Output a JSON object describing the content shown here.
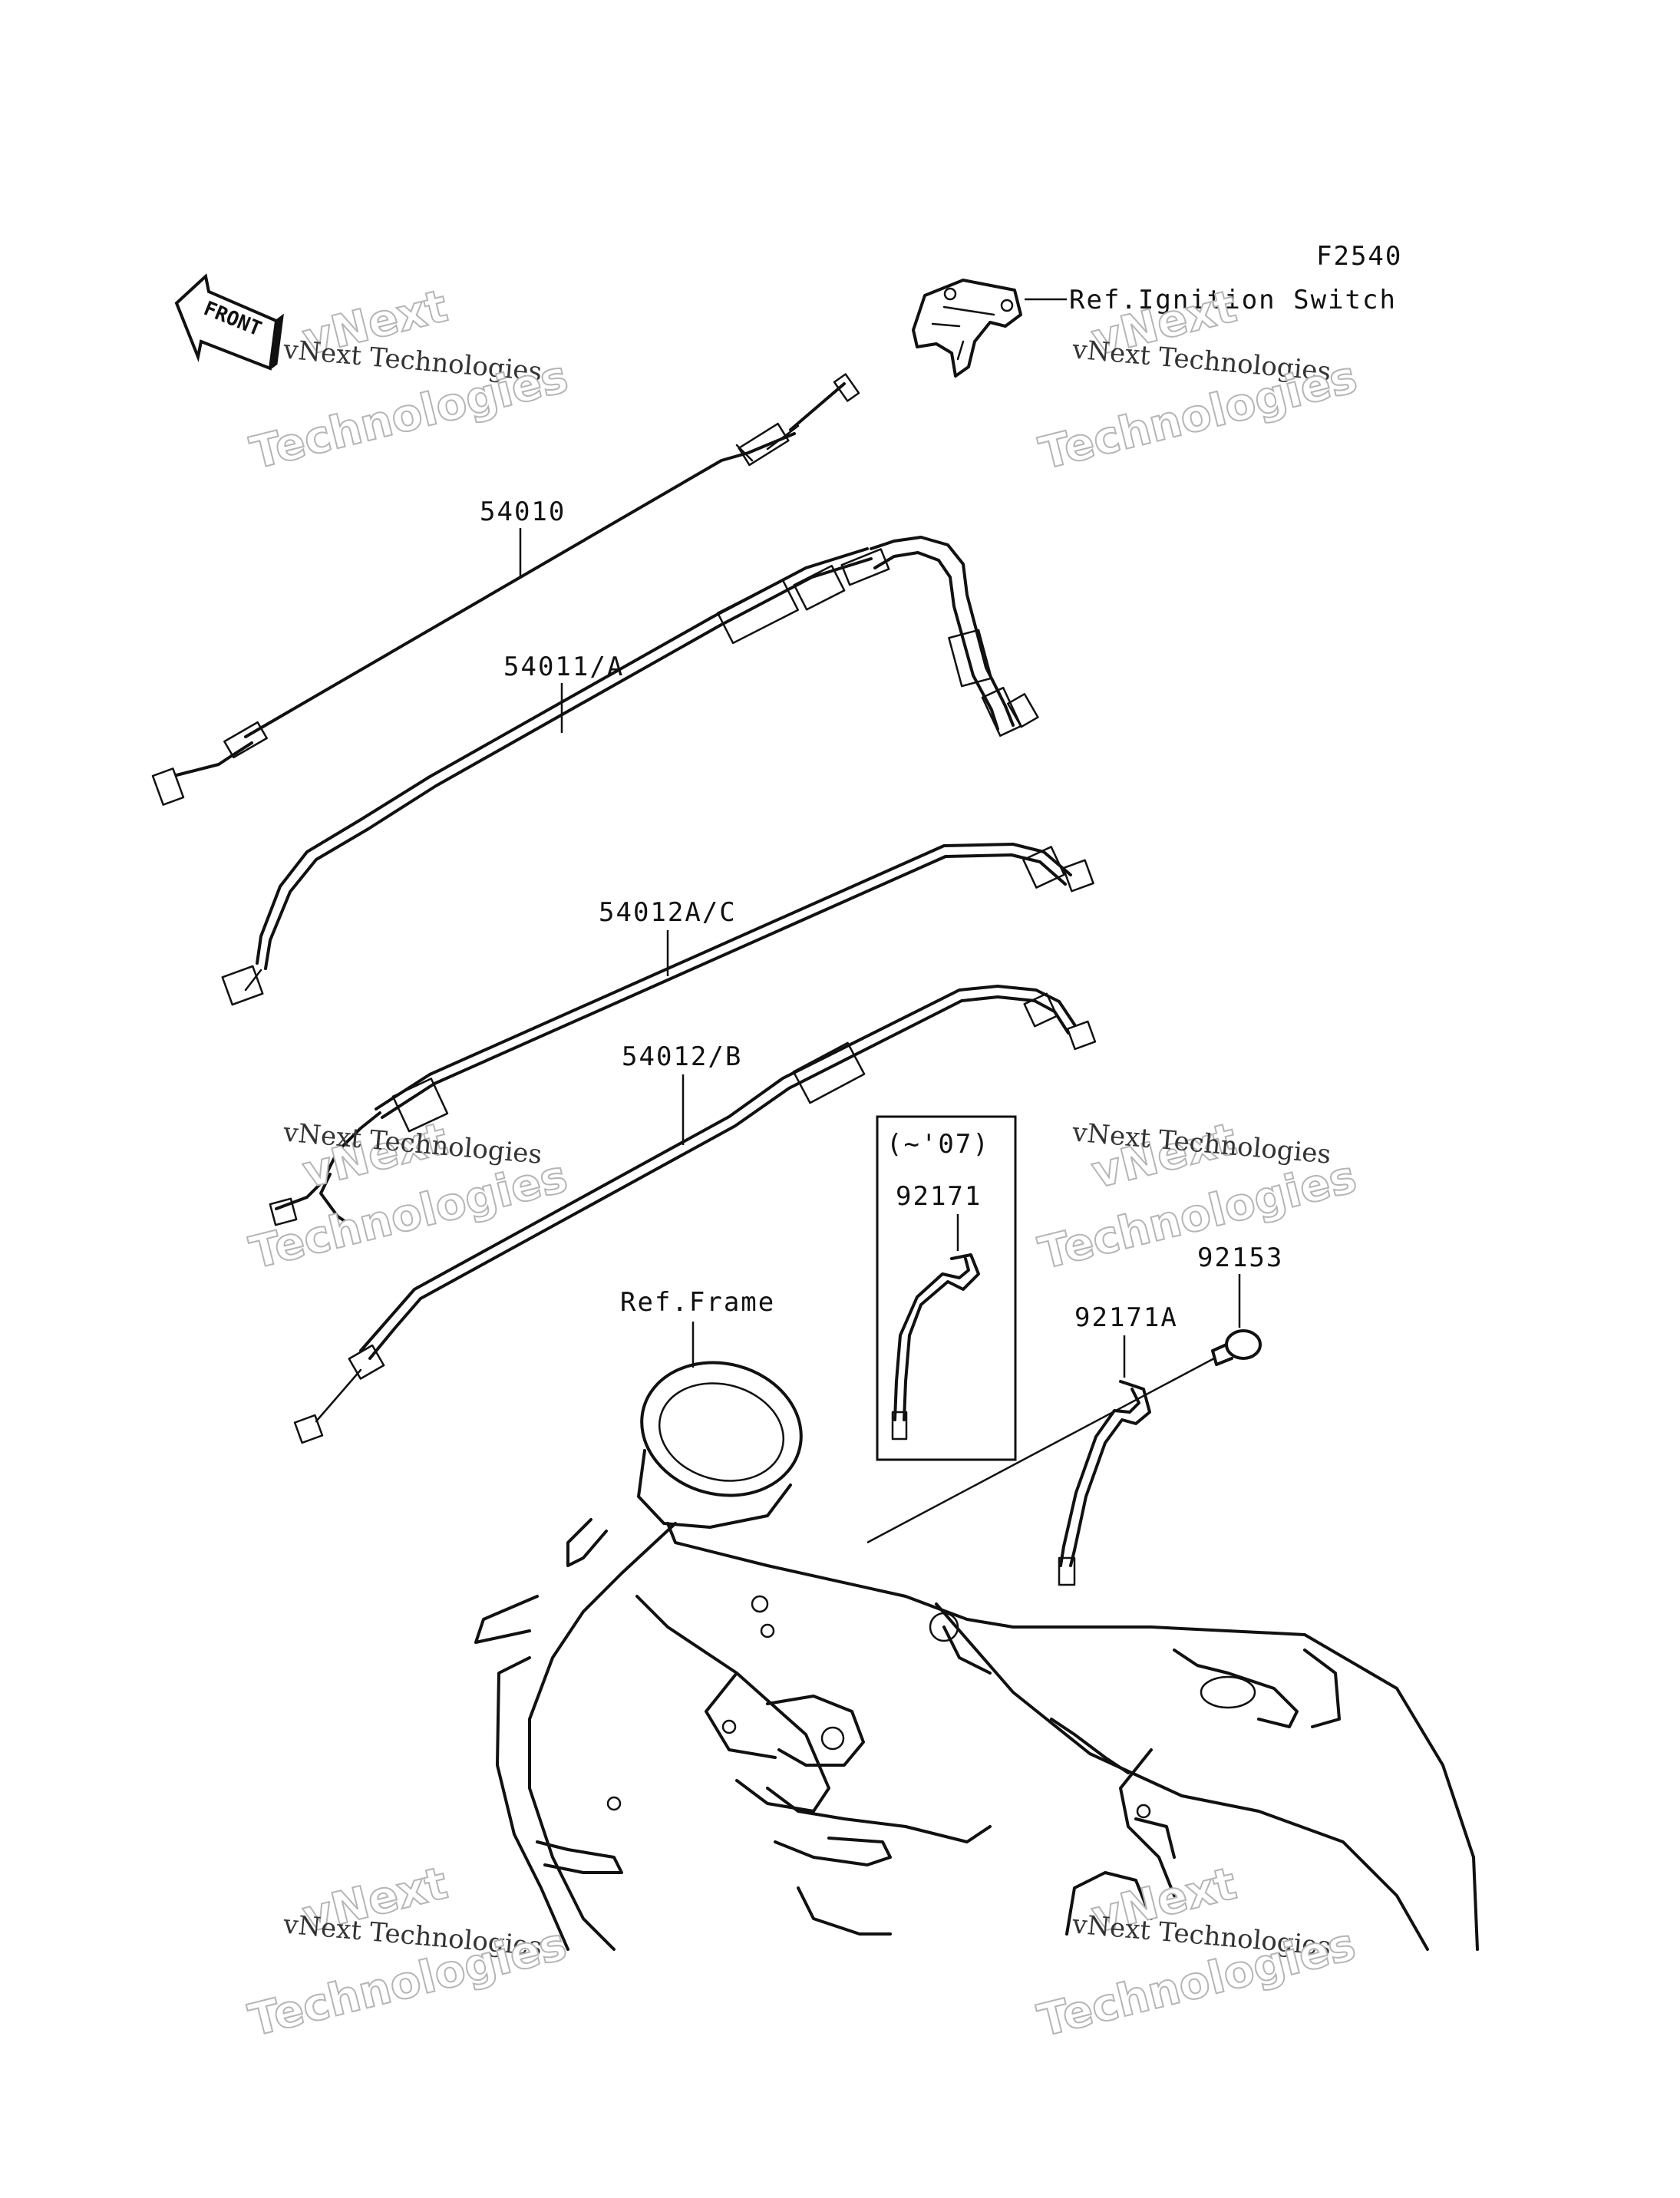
{
  "figure_code": "F2540",
  "front_label": "FRONT",
  "references": {
    "ignition_switch": "Ref.Ignition Switch",
    "frame": "Ref.Frame"
  },
  "parts": {
    "throttle_cable_opener": "54010",
    "throttle_cable_closer": "54011/A",
    "choke_cable_ac": "54012A/C",
    "choke_cable_b": "54012/B",
    "clamp": "92171",
    "clamp_a": "92171A",
    "screw": "92153"
  },
  "version_box": {
    "note": "(~'07)"
  },
  "watermarks": {
    "brand_line": "vNext Technologies",
    "big_line_1": "vNext",
    "big_line_2": "Technologies"
  }
}
